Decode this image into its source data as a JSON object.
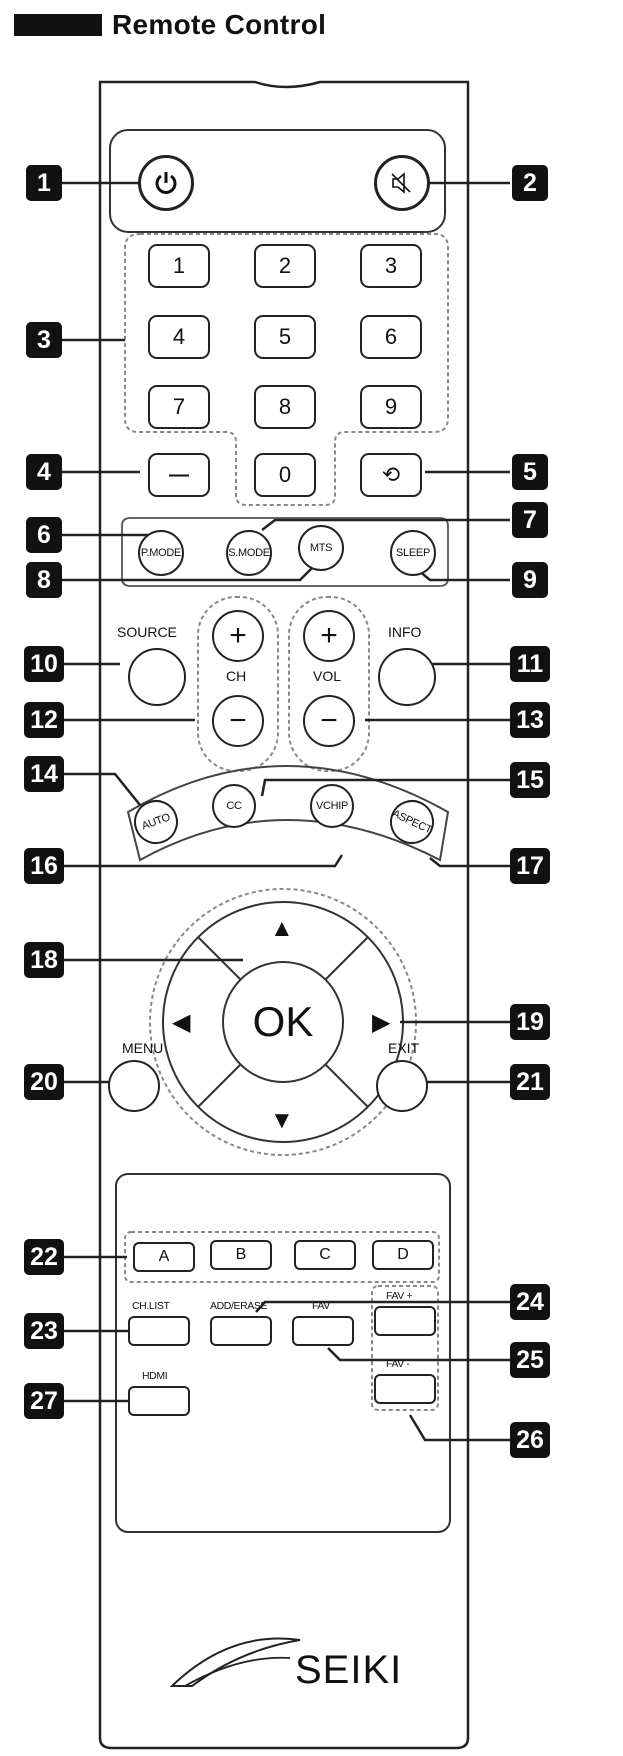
{
  "header": {
    "title": "Remote Control"
  },
  "brand": {
    "logo_text": "SEIKI"
  },
  "callouts": [
    "1",
    "2",
    "3",
    "4",
    "5",
    "6",
    "7",
    "8",
    "9",
    "10",
    "11",
    "12",
    "13",
    "14",
    "15",
    "16",
    "17",
    "18",
    "19",
    "20",
    "21",
    "22",
    "23",
    "24",
    "25",
    "26",
    "27"
  ],
  "buttons": {
    "digits": [
      "1",
      "2",
      "3",
      "4",
      "5",
      "6",
      "7",
      "8",
      "9",
      "0"
    ],
    "dash": "—",
    "recall_glyph": "⟲",
    "pmode": "P.MODE",
    "smode": "S.MODE",
    "mts": "MTS",
    "sleep": "SLEEP",
    "source": "SOURCE",
    "info": "INFO",
    "ch": "CH",
    "vol": "VOL",
    "plus": "+",
    "minus": "−",
    "auto": "AUTO",
    "cc": "CC",
    "vchip": "VCHIP",
    "aspect": "ASPECT",
    "ok": "OK",
    "up": "▲",
    "down": "▼",
    "left": "◀",
    "right": "▶",
    "menu": "MENU",
    "exit": "EXIT",
    "a": "A",
    "b": "B",
    "c": "C",
    "d": "D",
    "chlist": "CH.LIST",
    "adderase": "ADD/ERASE",
    "fav": "FAV",
    "favplus": "FAV +",
    "favminus": "FAV -",
    "hdmi": "HDMI"
  }
}
